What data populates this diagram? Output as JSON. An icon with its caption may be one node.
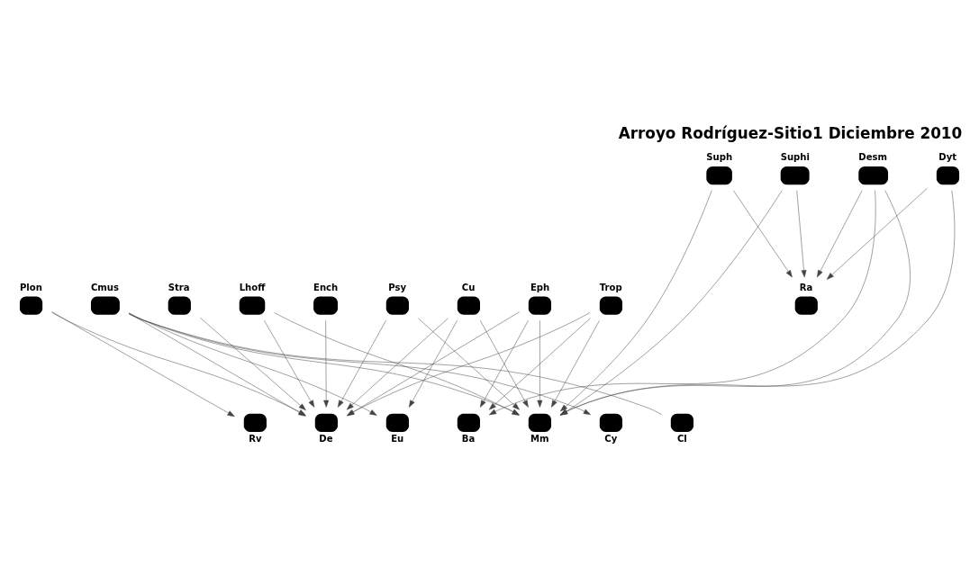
{
  "diagram": {
    "title": "Arroyo Rodríguez-Sitio1 Diciembre 2010",
    "nodes": [
      {
        "text": [
          "Suph"
        ]
      },
      {
        "text": [
          "Suphi"
        ]
      },
      {
        "text": [
          "Desm"
        ]
      },
      {
        "text": [
          "Dyt"
        ]
      },
      {
        "text": [
          "Cmus"
        ]
      },
      {
        "text": [
          "Stra"
        ]
      },
      {
        "text": [
          "Psy"
        ]
      },
      {
        "text": [
          "Cu"
        ]
      },
      {
        "text": [
          "Eph"
        ]
      },
      {
        "text": [
          "Trop"
        ]
      },
      {
        "text": [
          "Ra"
        ]
      },
      {
        "text": [
          "Plon"
        ]
      },
      {
        "text": [
          "Lhoff"
        ]
      },
      {
        "text": [
          "Ench"
        ]
      },
      {
        "text": [
          "Rv"
        ]
      },
      {
        "text": [
          "De"
        ]
      },
      {
        "text": [
          "Eu"
        ]
      },
      {
        "text": [
          "Ba"
        ]
      },
      {
        "text": [
          "Mm"
        ]
      },
      {
        "text": [
          "Cy"
        ]
      },
      {
        "text": [
          "Cl"
        ]
      }
    ],
    "edges": [
      {
        "from": 0,
        "to": 10,
        "arrow": "to"
      },
      {
        "from": 0,
        "to": 18,
        "arrow": "to"
      },
      {
        "from": 1,
        "to": 10,
        "arrow": "to"
      },
      {
        "from": 1,
        "to": 18,
        "arrow": "to"
      },
      {
        "from": 2,
        "to": 17,
        "arrow": "to"
      },
      {
        "from": 2,
        "to": 18,
        "arrow": "to"
      },
      {
        "from": 2,
        "to": 10,
        "arrow": "to"
      },
      {
        "from": 3,
        "to": 10,
        "arrow": "to"
      },
      {
        "from": 3,
        "to": 18,
        "arrow": "to"
      },
      {
        "from": 4,
        "to": 15,
        "arrow": "to"
      },
      {
        "from": 4,
        "to": 16,
        "arrow": "to"
      },
      {
        "from": 4,
        "to": 18,
        "arrow": "to"
      },
      {
        "from": 4,
        "to": 19,
        "arrow": "to"
      },
      {
        "from": 4,
        "to": 20,
        "arrow": "none"
      },
      {
        "from": 5,
        "to": 15,
        "arrow": "to"
      },
      {
        "from": 6,
        "to": 15,
        "arrow": "to"
      },
      {
        "from": 6,
        "to": 18,
        "arrow": "to"
      },
      {
        "from": 7,
        "to": 15,
        "arrow": "to"
      },
      {
        "from": 7,
        "to": 16,
        "arrow": "to"
      },
      {
        "from": 7,
        "to": 18,
        "arrow": "to"
      },
      {
        "from": 8,
        "to": 15,
        "arrow": "to"
      },
      {
        "from": 8,
        "to": 17,
        "arrow": "to"
      },
      {
        "from": 8,
        "to": 18,
        "arrow": "to"
      },
      {
        "from": 9,
        "to": 15,
        "arrow": "to"
      },
      {
        "from": 9,
        "to": 17,
        "arrow": "to"
      },
      {
        "from": 9,
        "to": 18,
        "arrow": "to"
      },
      {
        "from": 11,
        "to": 14,
        "arrow": "to"
      },
      {
        "from": 11,
        "to": 15,
        "arrow": "to"
      },
      {
        "from": 12,
        "to": 15,
        "arrow": "to"
      },
      {
        "from": 12,
        "to": 18,
        "arrow": "to"
      },
      {
        "from": 13,
        "to": 15,
        "arrow": "to"
      }
    ]
  }
}
